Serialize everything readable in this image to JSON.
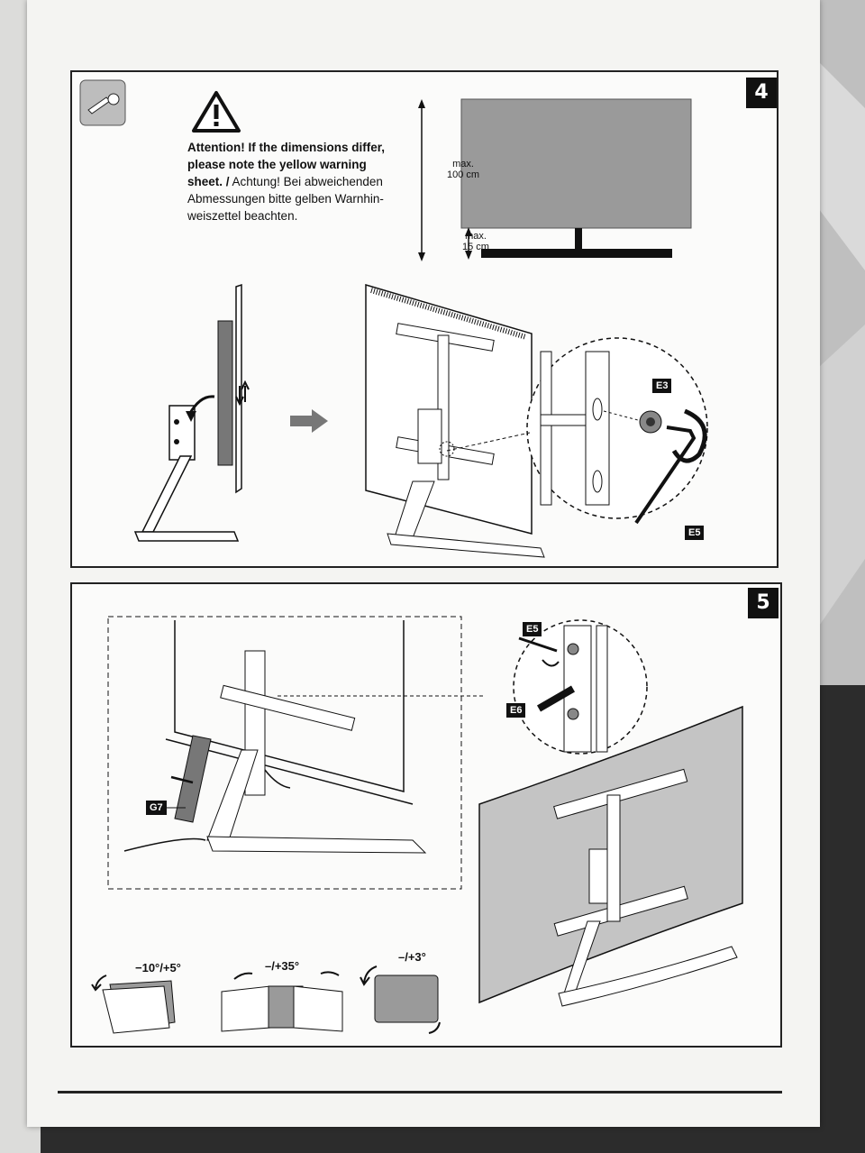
{
  "step4": {
    "number": "4",
    "warning_en": "Attention! If the dimensions differ, please note the yellow warning sheet. /",
    "warning_de": "Achtung! Bei abweichenden Abmessungen bitte gelben Warnhin-weiszettel beachten.",
    "max_height_label": "max. 100 cm",
    "max_gap_label": "max. 15 cm",
    "tag_e3": "E3",
    "tag_e5": "E5"
  },
  "step5": {
    "number": "5",
    "tag_e5": "E5",
    "tag_e6": "E6",
    "tag_g7": "G7",
    "tilt_label": "−10°/+5°",
    "swivel_label": "–/+35°",
    "rotate_label": "–/+3°"
  }
}
